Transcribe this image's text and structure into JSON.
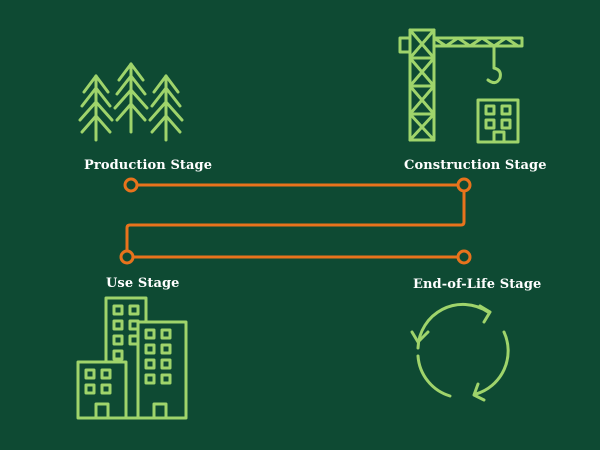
{
  "stages": [
    {
      "id": "production",
      "label": "Production Stage",
      "icon": "trees-icon"
    },
    {
      "id": "construction",
      "label": "Construction Stage",
      "icon": "crane-icon"
    },
    {
      "id": "use",
      "label": "Use Stage",
      "icon": "buildings-icon"
    },
    {
      "id": "end_of_life",
      "label": "End-of-Life Stage",
      "icon": "recycle-icon"
    }
  ],
  "colors": {
    "background": "#0e4a33",
    "icon_stroke": "#9fd46b",
    "connector": "#e8731c",
    "label_text": "#ffffff"
  }
}
